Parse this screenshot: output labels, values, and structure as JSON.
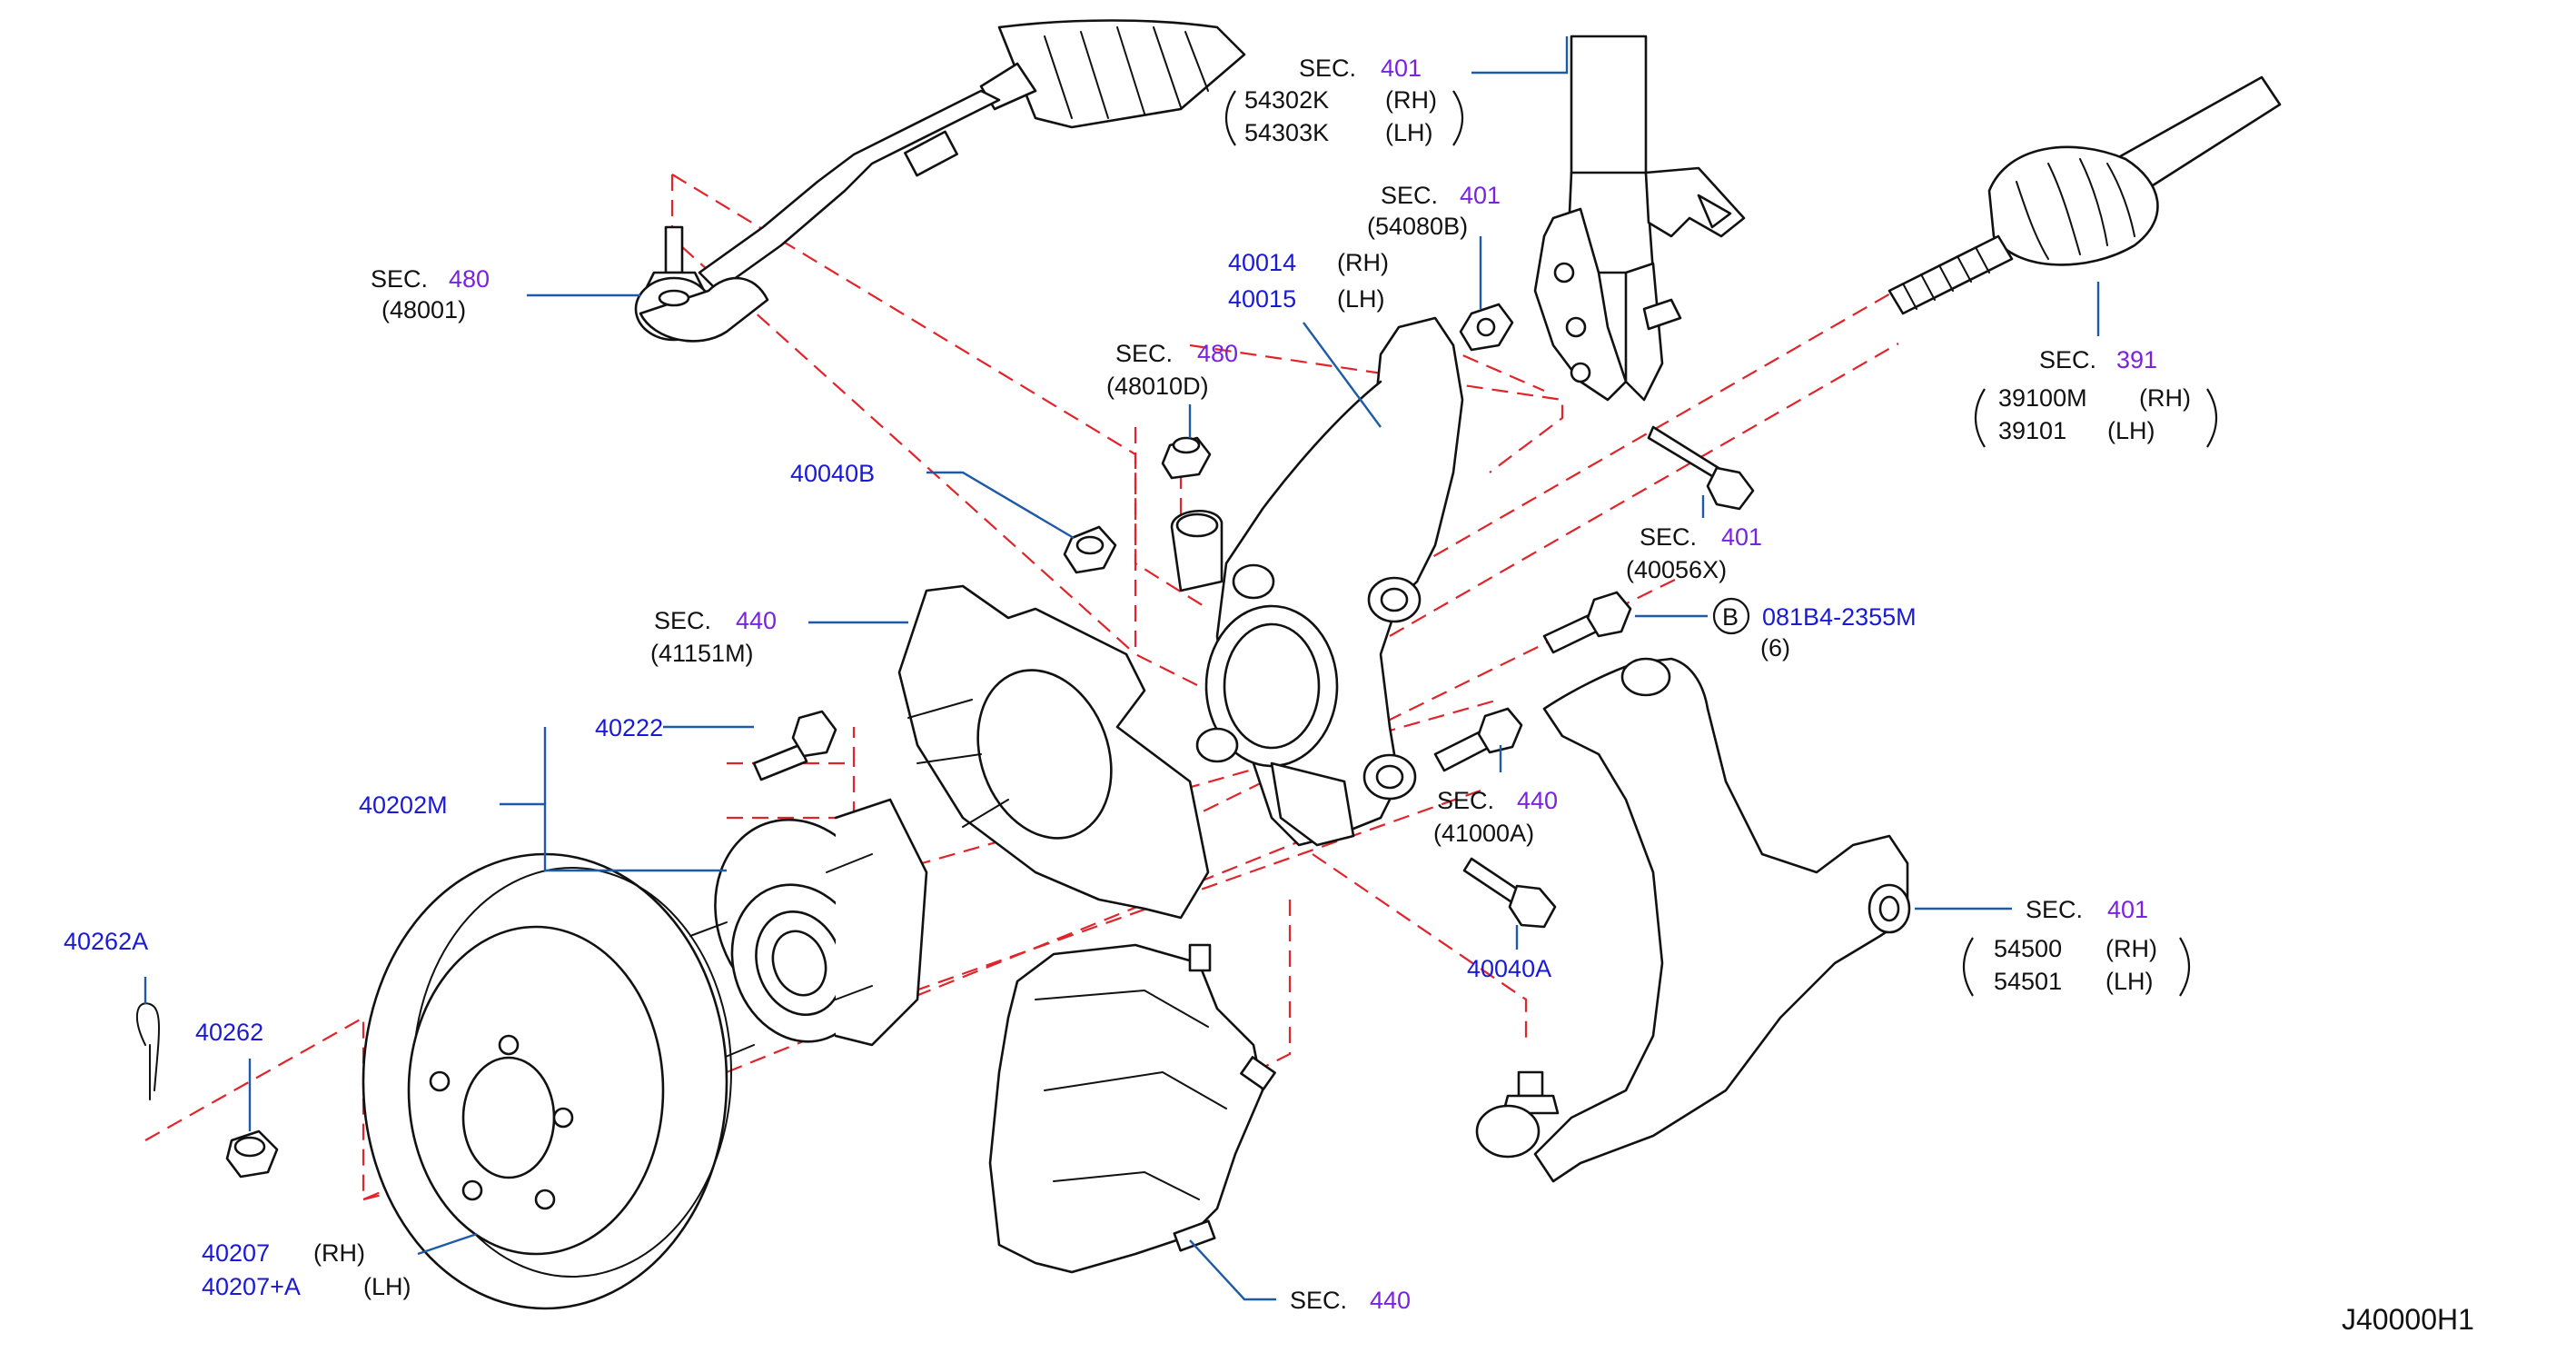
{
  "diagram_id": "J40000H1",
  "colors": {
    "part_number": "#1a1ad6",
    "section_number": "#7a22e0",
    "leader_line": "#1e5aa8",
    "phantom_line": "#e0242a",
    "outline": "#111111"
  },
  "labels": {
    "tie_rod_end": {
      "sec": "SEC.",
      "num": "480",
      "part": "(48001)"
    },
    "strut": {
      "sec": "SEC.",
      "num": "401",
      "rh": "54302K",
      "rh_side": "(RH)",
      "lh": "54303K",
      "lh_side": "(LH)"
    },
    "strut_bracket": {
      "sec": "SEC.",
      "num": "401",
      "part": "(54080B)"
    },
    "knuckle": {
      "rh": "40014",
      "rh_side": "(RH)",
      "lh": "40015",
      "lh_side": "(LH)"
    },
    "tie_rod_nut": {
      "sec": "SEC.",
      "num": "480",
      "part": "(48010D)"
    },
    "nut_40040b": {
      "part": "40040B"
    },
    "drive_shaft": {
      "sec": "SEC.",
      "num": "391",
      "rh": "39100M",
      "rh_side": "(RH)",
      "lh": "39101",
      "lh_side": "(LH)"
    },
    "strut_bolt": {
      "sec": "SEC.",
      "num": "401",
      "part": "(40056X)"
    },
    "baffle": {
      "sec": "SEC.",
      "num": "440",
      "part": "(41151M)"
    },
    "hub_bolt_b": {
      "circle": "B",
      "part": "081B4-2355M",
      "qty": "(6)"
    },
    "hub_bolt": {
      "part": "40222"
    },
    "hub_assembly": {
      "part": "40202M"
    },
    "caliper_bolt": {
      "sec": "SEC.",
      "num": "440",
      "part": "(41000A)"
    },
    "lower_link": {
      "sec": "SEC.",
      "num": "401",
      "rh": "54500",
      "rh_side": "(RH)",
      "lh": "54501",
      "lh_side": "(LH)"
    },
    "cotter_pin": {
      "part": "40262A"
    },
    "hub_nut": {
      "part": "40262"
    },
    "bolt_40040a": {
      "part": "40040A"
    },
    "rotor": {
      "rh": "40207",
      "rh_side": "(RH)",
      "lh": "40207+A",
      "lh_side": "(LH)"
    },
    "caliper": {
      "sec": "SEC.",
      "num": "440"
    }
  }
}
